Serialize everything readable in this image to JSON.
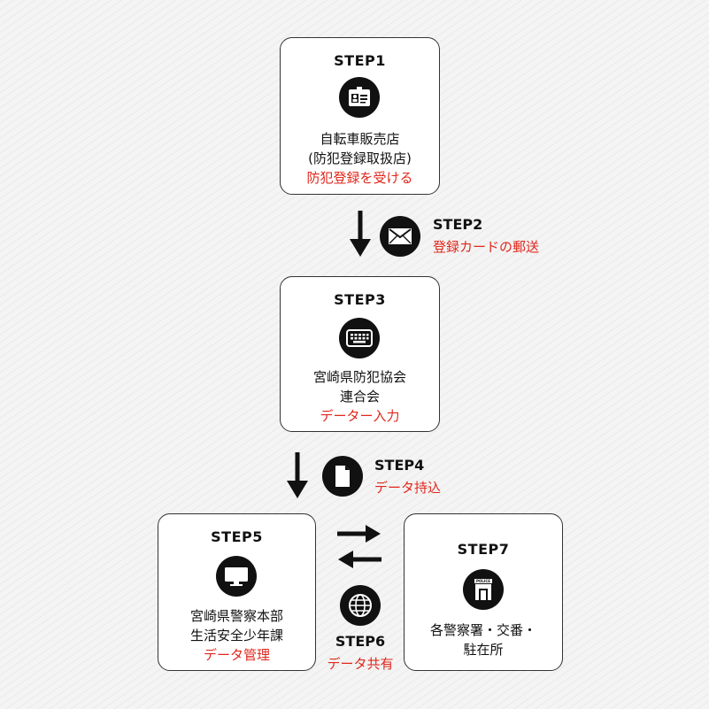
{
  "step1": {
    "title": "STEP1",
    "icon": "id-card-icon",
    "line1": "自転車販売店",
    "line2": "(防犯登録取扱店)",
    "action": "防犯登録を受ける"
  },
  "step2": {
    "title": "STEP2",
    "icon": "envelope-icon",
    "action": "登録カードの郵送"
  },
  "step3": {
    "title": "STEP3",
    "icon": "keyboard-icon",
    "line1": "宮崎県防犯協会",
    "line2": "連合会",
    "action": "データー入力"
  },
  "step4": {
    "title": "STEP4",
    "icon": "document-icon",
    "action": "データ持込"
  },
  "step5": {
    "title": "STEP5",
    "icon": "monitor-icon",
    "line1": "宮崎県警察本部",
    "line2": "生活安全少年課",
    "action": "データ管理"
  },
  "step6": {
    "title": "STEP6",
    "icon": "globe-icon",
    "action": "データ共有"
  },
  "step7": {
    "title": "STEP7",
    "icon": "police-box-icon",
    "line1": "各警察署・交番・",
    "line2": "駐在所",
    "badge": "POLICE"
  },
  "colors": {
    "accent": "#e0271c",
    "icon_bg": "#111111"
  }
}
